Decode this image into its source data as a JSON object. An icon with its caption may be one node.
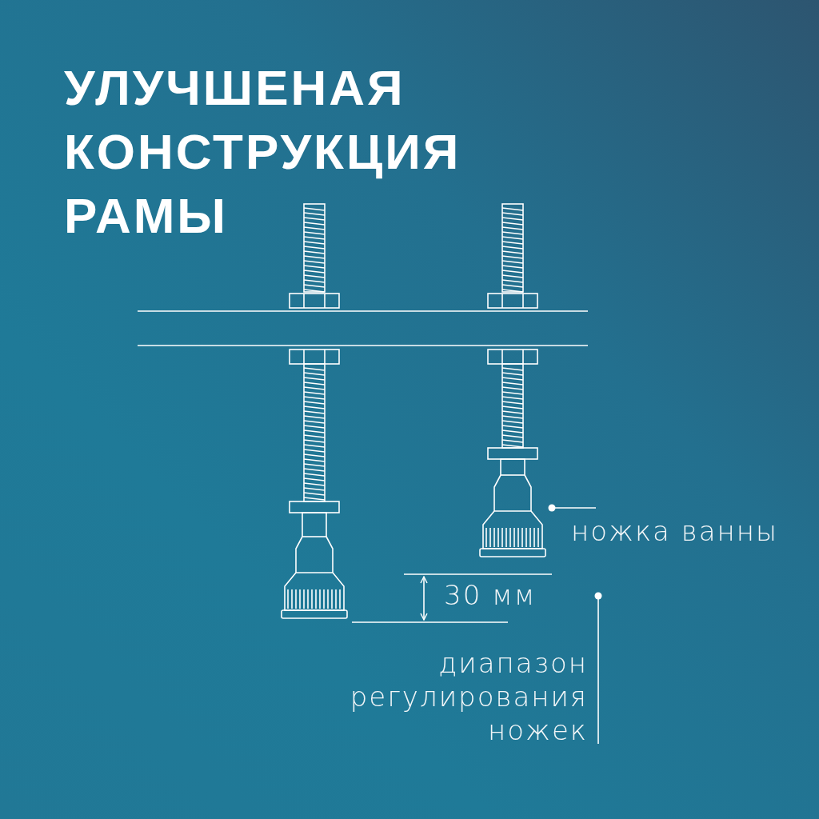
{
  "diagram": {
    "title": "УЛУЧШЕНАЯ КОНСТРУКЦИЯ РАМЫ",
    "nodes": [
      {
        "text": [
          "ножка ванны"
        ]
      },
      {
        "text": [],
        "shape": "picture"
      },
      {
        "text": [
          "диапазон регулирования ножек"
        ]
      }
    ],
    "edges": [
      {
        "from": 0,
        "to": 1,
        "arrow": "other"
      },
      {
        "from": 2,
        "to": null,
        "arrow": "other"
      }
    ],
    "labels": [
      "30 мм"
    ]
  }
}
